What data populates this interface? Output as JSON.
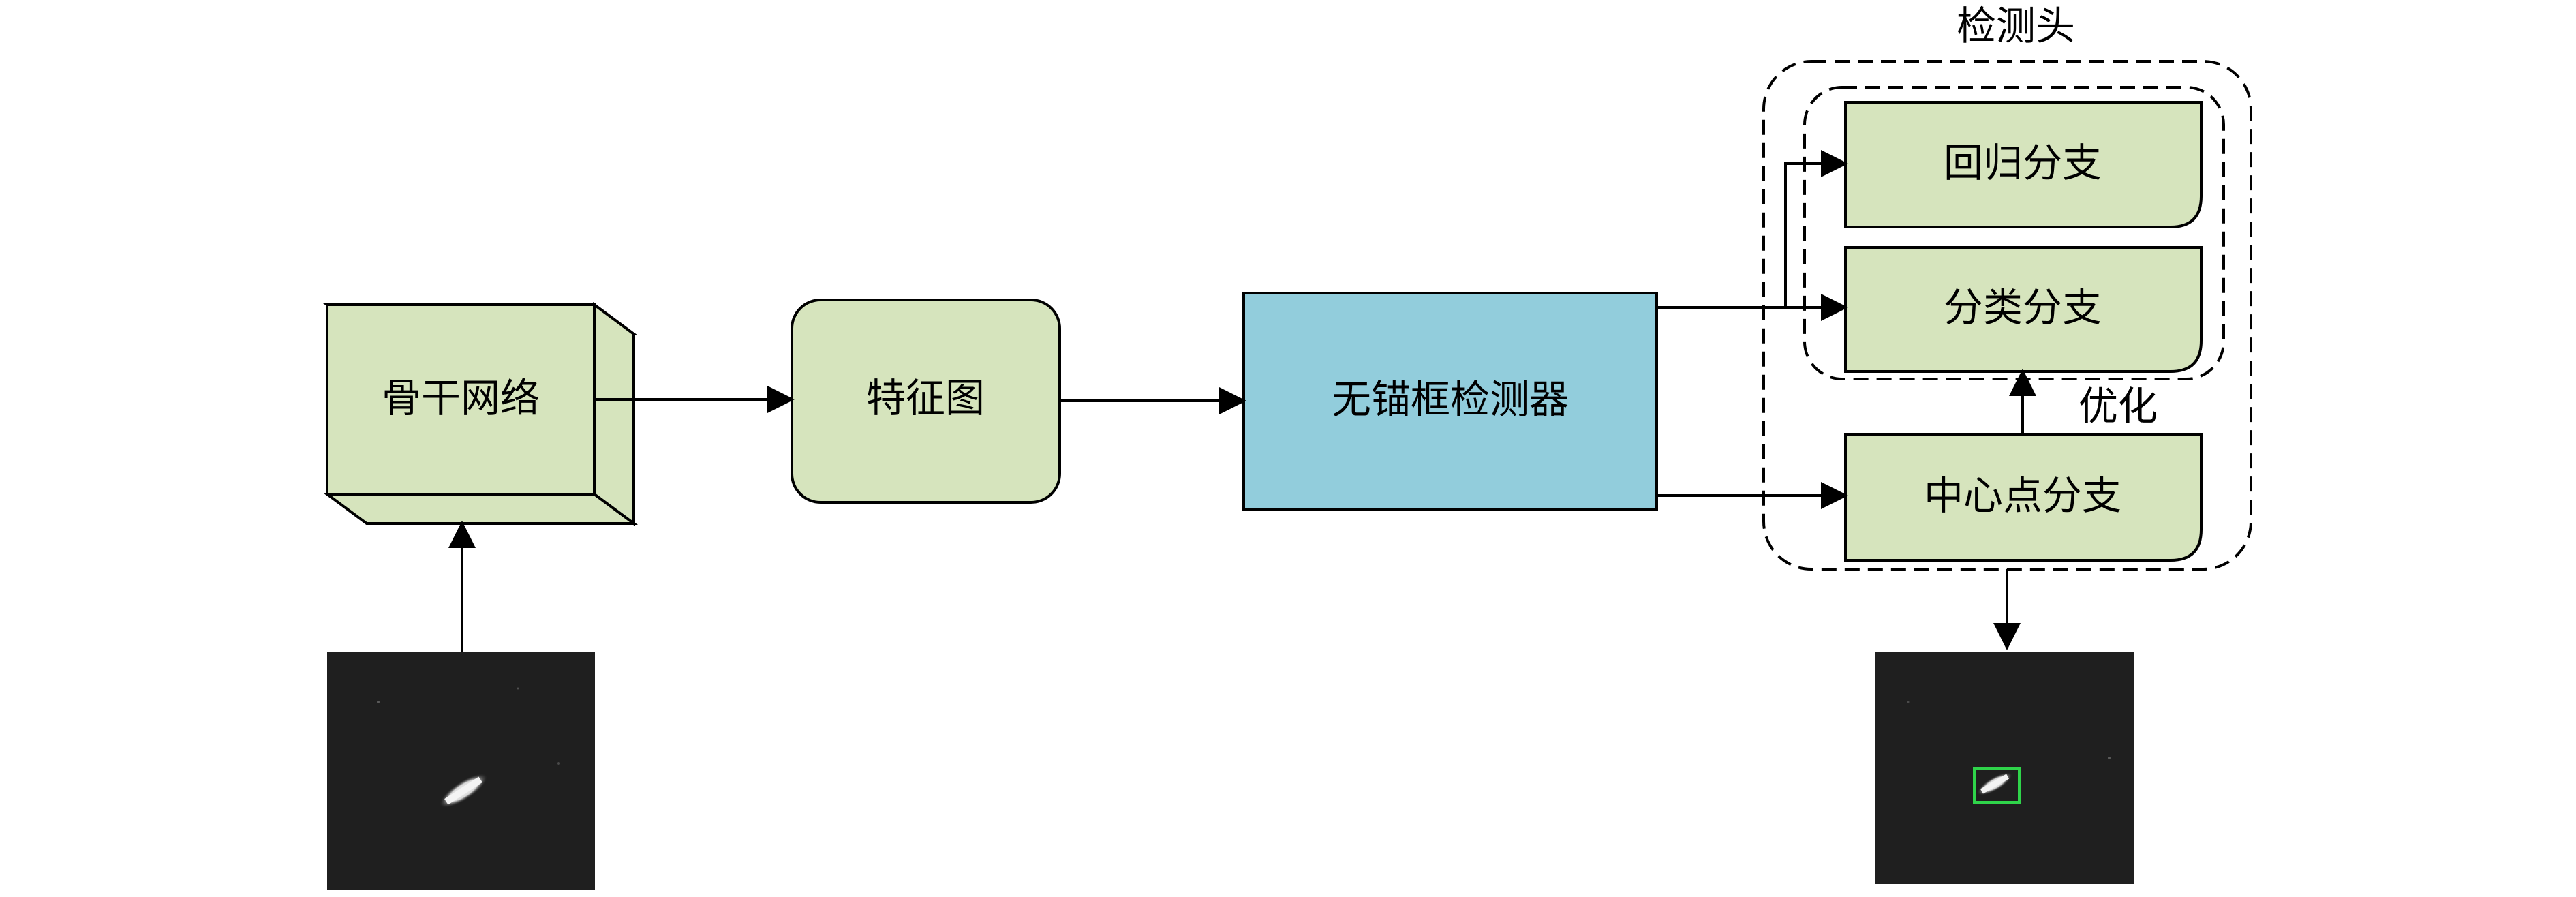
{
  "nodes": {
    "backbone": "骨干网络",
    "feature_map": "特征图",
    "anchor_free_detector": "无锚框检测器",
    "regression_branch": "回归分支",
    "classification_branch": "分类分支",
    "center_branch": "中心点分支"
  },
  "labels": {
    "detection_head": "检测头",
    "optimize": "优化"
  },
  "colors": {
    "green_node": "#d6e4bd",
    "blue_node": "#92cddc",
    "detection_box": "#2fd44a"
  }
}
